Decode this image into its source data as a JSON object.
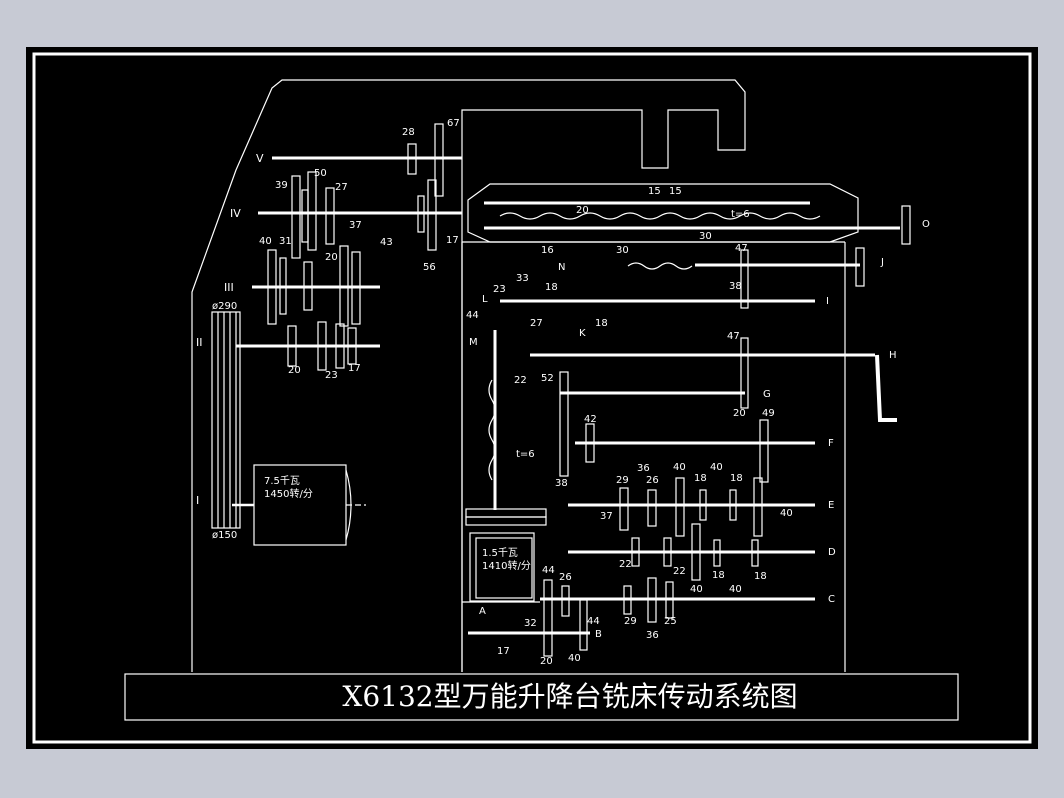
{
  "title": "X6132型万能升降台铣床传动系统图",
  "colors": {
    "outer_background": "#c7cad4",
    "sheet": "#000000",
    "line": "#ffffff"
  },
  "main_motor": {
    "line1": "7.5千瓦",
    "line2": "1450转/分"
  },
  "feed_motor": {
    "line1": "1.5千瓦",
    "line2": "1410转/分"
  },
  "spindle_shafts": {
    "V": "V",
    "IV": "IV",
    "III": "III",
    "II": "II",
    "I": "I"
  },
  "spindle_numbers": {
    "n67": "67",
    "n28": "28",
    "n50": "50",
    "n39": "39",
    "n27": "27",
    "n37": "37",
    "n40": "40",
    "n31": "31",
    "n20": "20",
    "n43": "43",
    "n56": "56",
    "n17": "17",
    "n23": "23",
    "n17b": "17",
    "n20b": "20",
    "pulley_big": "ø290",
    "pulley_small": "ø150"
  },
  "feed_shafts": {
    "O": "O",
    "J": "J",
    "I": "I",
    "H": "H",
    "G": "G",
    "F": "F",
    "E": "E",
    "D": "D",
    "C": "C",
    "B": "B",
    "N": "N",
    "L": "L",
    "K": "K",
    "M": "M",
    "A": "A"
  },
  "feed_numbers": {
    "f15a": "15",
    "f15b": "15",
    "f20": "20",
    "t6a": "t=6",
    "f16": "16",
    "f30a": "30",
    "f30b": "30",
    "f47a": "47",
    "f38": "38",
    "f47b": "47",
    "f33": "33",
    "f18a": "18",
    "f23": "23",
    "f18b": "18",
    "f44": "44",
    "f27": "27",
    "f22": "22",
    "f52": "52",
    "f20b": "20",
    "f42": "42",
    "f49": "49",
    "t6b": "t=6",
    "f36": "36",
    "f38b": "38",
    "f29": "29",
    "f26": "26",
    "f40a": "40",
    "f40b": "40",
    "f18c": "18",
    "f18d": "18",
    "f40c": "40",
    "f37": "37",
    "f22b": "22",
    "f22c": "22",
    "f18e": "18",
    "f18f": "18",
    "f40d": "40",
    "f40e": "40",
    "f44b": "44",
    "f26b": "26",
    "f29b": "29",
    "f36b": "36",
    "f25": "25",
    "f44c": "44",
    "f32": "32",
    "f17": "17",
    "f20c": "20",
    "f40f": "40"
  }
}
